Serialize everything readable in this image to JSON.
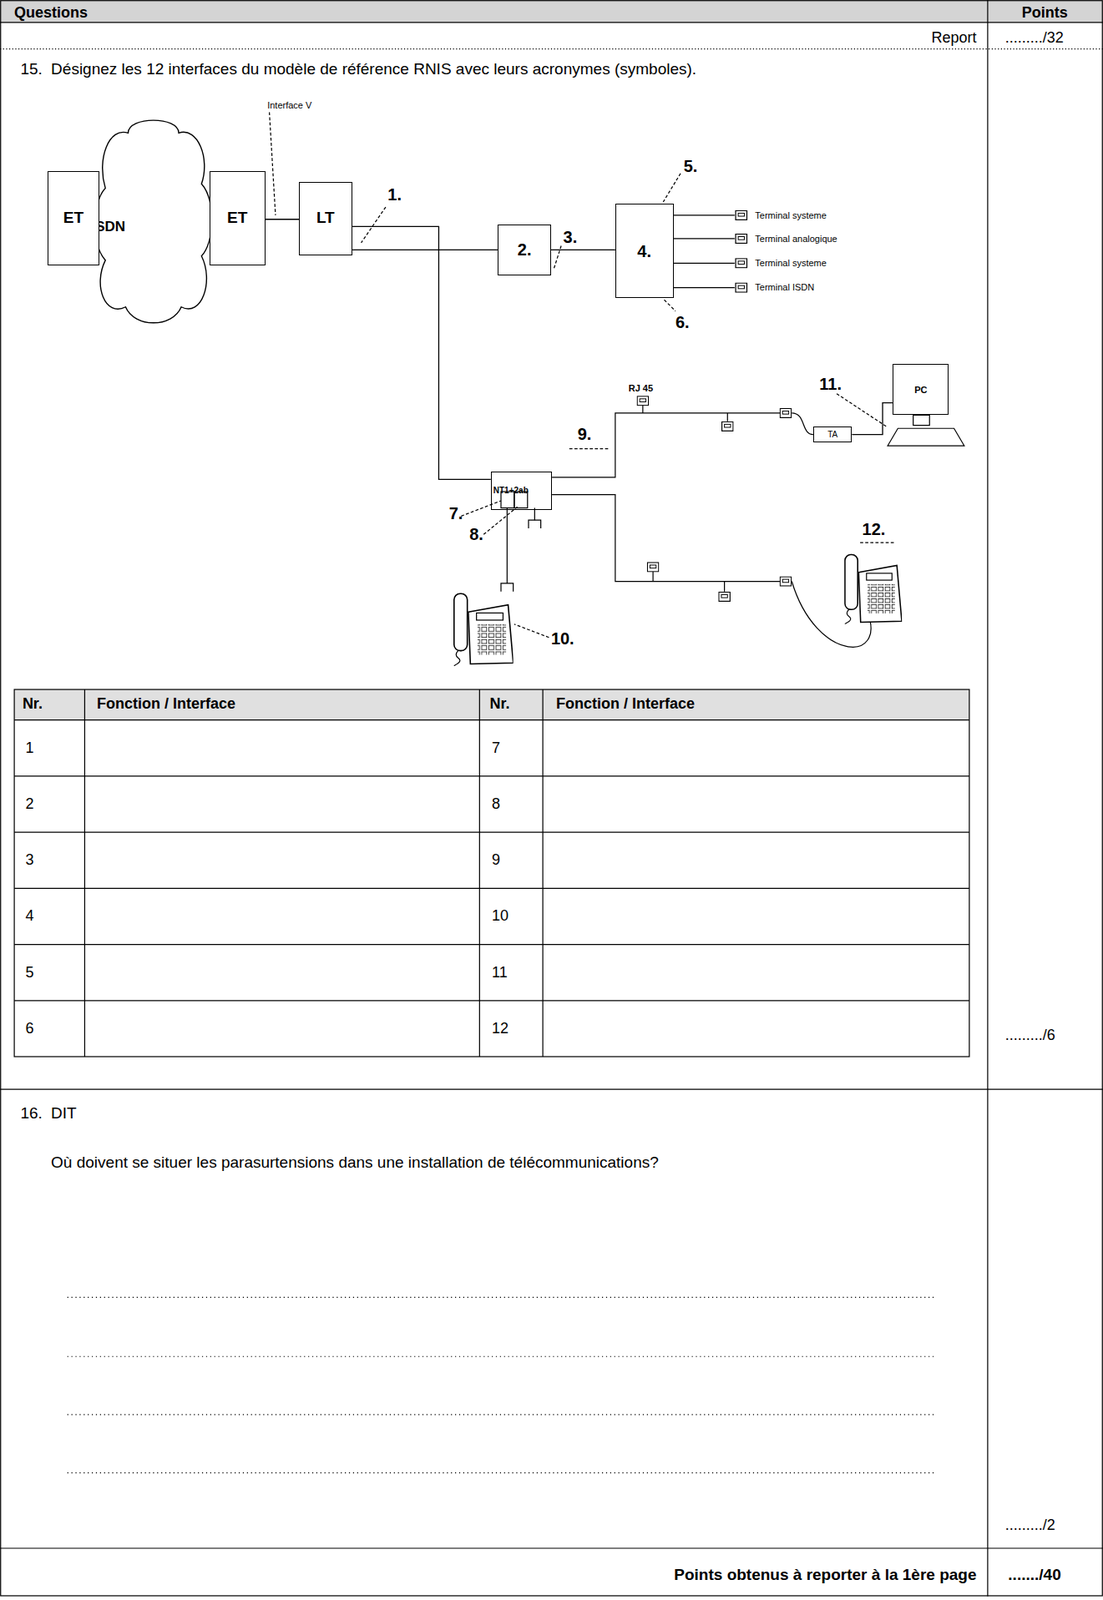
{
  "diagram": {
    "nodes": [
      {
        "text": [
          "ET"
        ]
      },
      {
        "text": [
          "ISDN"
        ]
      },
      {
        "text": [
          "ET"
        ]
      },
      {
        "text": [
          "LT"
        ]
      },
      {
        "text": [
          "2."
        ]
      },
      {
        "text": [
          "4."
        ]
      },
      {
        "text": [
          "NT1+2ab"
        ]
      },
      {
        "text": [
          "TA"
        ]
      },
      {
        "text": [
          "PC"
        ]
      }
    ],
    "edges": [
      {
        "from": 2,
        "to": 3,
        "arrow": "none"
      },
      {
        "from": 3,
        "to": 4,
        "arrow": "none"
      },
      {
        "from": 4,
        "to": 5,
        "arrow": "none"
      },
      {
        "from": 3,
        "to": 6,
        "arrow": "none"
      },
      {
        "from": 7,
        "to": 8,
        "arrow": "none"
      }
    ],
    "labels": [
      "Questions",
      "Points",
      "Report",
      "........./32",
      "15.",
      "Désignez les 12 interfaces du modèle de référence RNIS avec leurs acronymes (symboles).",
      "Interface V",
      "1.",
      "3.",
      "5.",
      "Terminal systeme",
      "Terminal analogique",
      "Terminal systeme",
      "Terminal ISDN",
      "6.",
      "RJ 45",
      "11.",
      "9.",
      "7.",
      "8.",
      "12.",
      "10.",
      "Nr.",
      "Fonction / Interface",
      "Nr.",
      "Fonction / Interface",
      "1",
      "7",
      "2",
      "8",
      "3",
      "9",
      "4",
      "10",
      "5",
      "11",
      "6",
      "12",
      "........./6",
      "16.",
      "DIT",
      "Où doivent se situer les parasurtensions dans une installation de télécommunications?",
      "........./2",
      "Points obtenus à reporter à la 1ère page",
      "......./40"
    ]
  }
}
